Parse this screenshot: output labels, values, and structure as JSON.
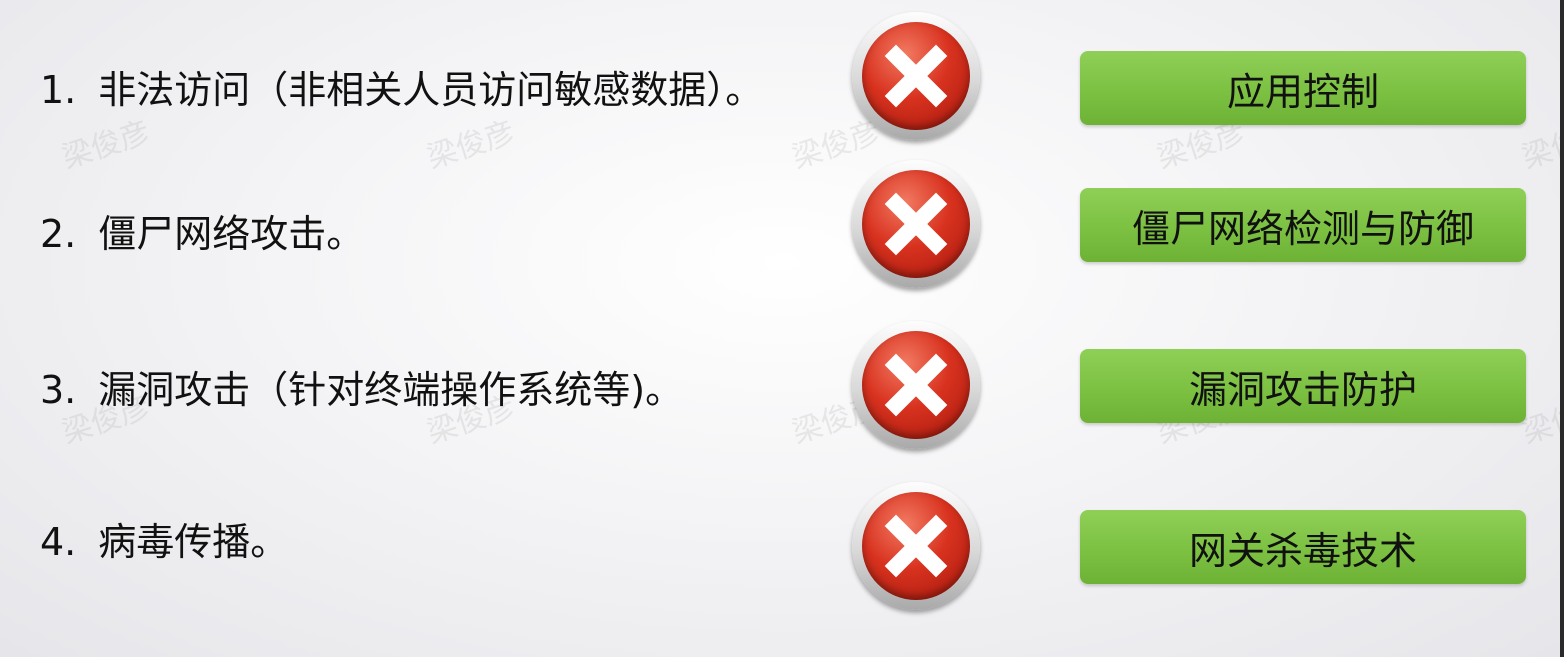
{
  "watermark_text": "梁俊彦",
  "rows": [
    {
      "number": "1.",
      "text": "非法访问（非相关人员访问敏感数据）。",
      "status_icon": "close-icon",
      "button_label": "应用控制"
    },
    {
      "number": "2.",
      "text": "僵尸网络攻击。",
      "status_icon": "close-icon",
      "button_label": "僵尸网络检测与防御"
    },
    {
      "number": "3.",
      "text": "漏洞攻击（针对终端操作系统等)。",
      "status_icon": "close-icon",
      "button_label": "漏洞攻击防护"
    },
    {
      "number": "4.",
      "text": "病毒传播。",
      "status_icon": "close-icon",
      "button_label": "网关杀毒技术"
    }
  ],
  "colors": {
    "button_green": "#7cc142",
    "icon_red": "#d8321f",
    "text": "#111111"
  }
}
